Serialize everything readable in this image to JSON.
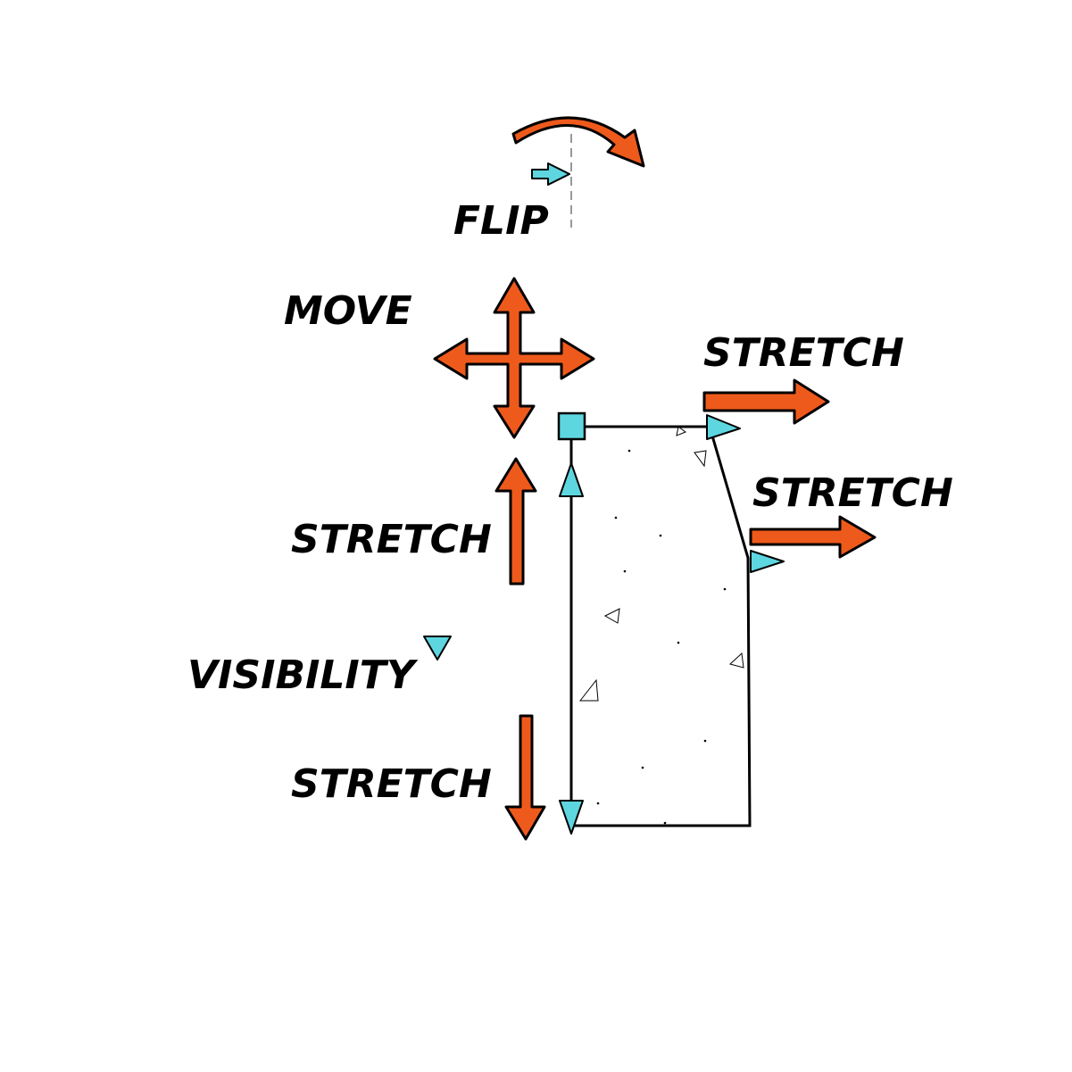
{
  "labels": {
    "flip": "FLIP",
    "move": "MOVE",
    "stretch_top": "STRETCH",
    "stretch_right": "STRETCH",
    "stretch_up": "STRETCH",
    "visibility": "VISIBILITY",
    "stretch_down": "STRETCH"
  },
  "colors": {
    "arrow_fill": "#EE5A1C",
    "grip_fill": "#5ED6E0",
    "outline": "#000000",
    "background": "#FFFFFF"
  },
  "icons": {
    "rotate": "curved-arrow-icon",
    "move": "four-way-arrow-icon",
    "flip_grip": "flip-arrow-grip-icon",
    "base_grip": "square-grip-icon",
    "stretch_grip": "triangle-grip-icon",
    "visibility_grip": "down-triangle-grip-icon"
  }
}
